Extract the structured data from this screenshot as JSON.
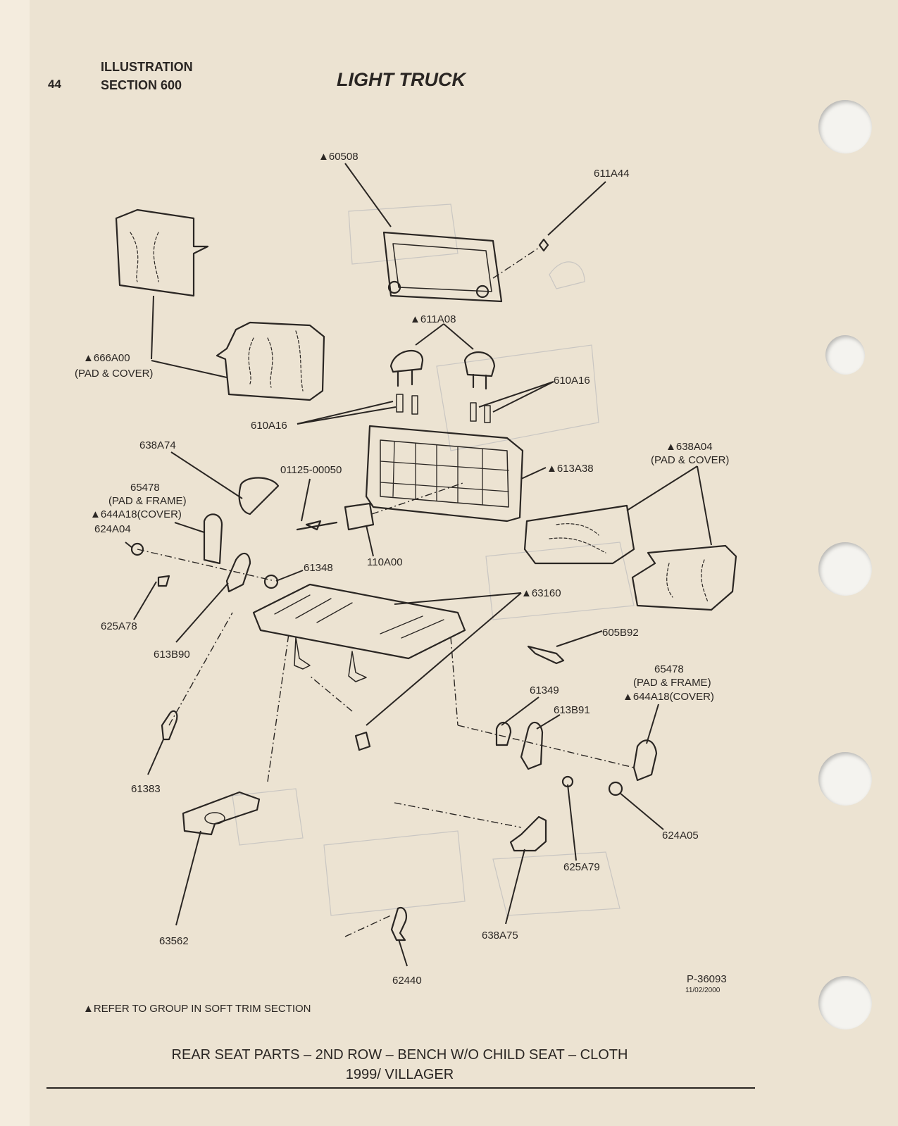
{
  "header": {
    "page_number": "44",
    "line1": "ILLUSTRATION",
    "line2": "SECTION 600",
    "title": "LIGHT TRUCK"
  },
  "labels": {
    "l60508": "▲60508",
    "l611A44": "611A44",
    "l611A08": "▲611A08",
    "l666A00": "▲666A00",
    "l666A00b": "(PAD & COVER)",
    "l610A16a": "610A16",
    "l610A16b": "610A16",
    "l638A74": "638A74",
    "l01125": "01125-00050",
    "l613A38": "▲613A38",
    "l638A04": "▲638A04",
    "l638A04b": "(PAD & COVER)",
    "l65478a": "65478",
    "l65478ab": "(PAD & FRAME)",
    "l644A18a": "▲644A18(COVER)",
    "l624A04": "624A04",
    "l110A00": "110A00",
    "l61348": "61348",
    "l63160": "▲63160",
    "l625A78": "625A78",
    "l613B90": "613B90",
    "l605B92": "605B92",
    "l65478b": "65478",
    "l65478bb": "(PAD & FRAME)",
    "l644A18b": "▲644A18(COVER)",
    "l61349": "61349",
    "l613B91": "613B91",
    "l61383": "61383",
    "l624A05": "624A05",
    "l625A79": "625A79",
    "l63562": "63562",
    "l638A75": "638A75",
    "l62440": "62440"
  },
  "footer": {
    "note": "▲REFER TO GROUP IN SOFT TRIM SECTION",
    "part_number": "P-36093",
    "date": "11/02/2000",
    "caption_line1": "REAR SEAT PARTS – 2ND ROW – BENCH W/O CHILD SEAT – CLOTH",
    "caption_line2": "1999/ VILLAGER"
  }
}
